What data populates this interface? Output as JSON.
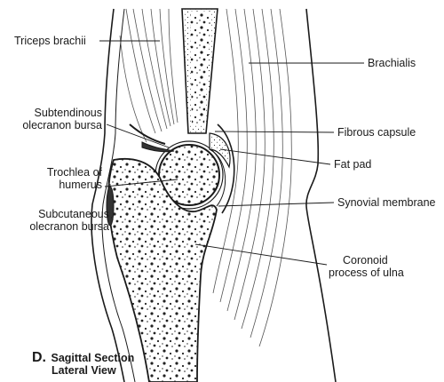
{
  "labels": {
    "triceps_brachii": "Triceps brachii",
    "subtendinous_bursa": [
      "Subtendinous",
      "olecranon bursa"
    ],
    "trochlea": [
      "Trochlea of",
      "humerus"
    ],
    "subcutaneous_bursa": [
      "Subcutaneous",
      "olecranon bursa"
    ],
    "brachialis": "Brachialis",
    "fibrous_capsule": "Fibrous capsule",
    "fat_pad": "Fat pad",
    "synovial_membrane": "Synovial membrane",
    "coronoid_process": [
      "Coronoid",
      "process of ulna"
    ]
  },
  "caption": {
    "letter": "D.",
    "title": "Sagittal Section",
    "subtitle": "Lateral View"
  }
}
